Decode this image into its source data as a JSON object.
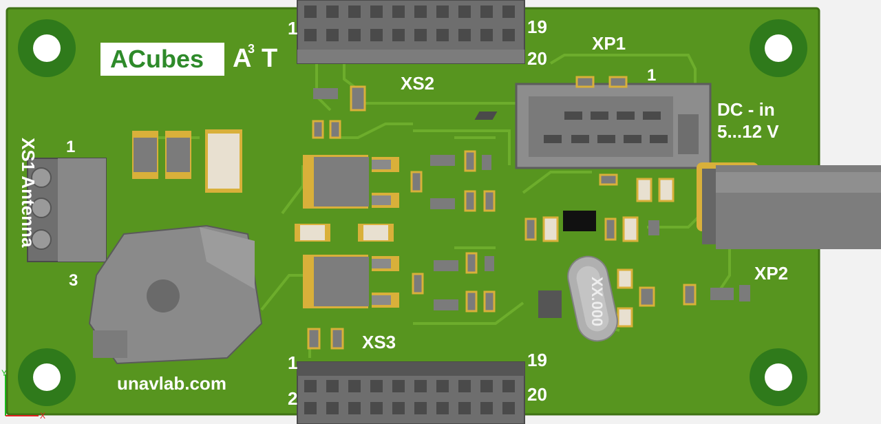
{
  "board": {
    "brand": {
      "name": "ACubes",
      "suffix_letter": "A",
      "suffix_sup": "3",
      "suffix_t": "T"
    },
    "website": "unavlab.com",
    "connectors": {
      "xs2": {
        "label": "XS2",
        "pin_top_left": "1",
        "pin_top_right": "19",
        "pin_bottom_right": "20"
      },
      "xs3": {
        "label": "XS3",
        "pin_top_left": "1",
        "pin_top_right": "19",
        "pin_bottom_left": "2",
        "pin_bottom_right": "20"
      },
      "xp1": {
        "label": "XP1",
        "pin1": "1"
      },
      "xp2": {
        "label": "XP2"
      },
      "dc_in": {
        "line1": "DC - in",
        "line2": "5...12 V"
      },
      "terminal": {
        "label": "XS1 Antenna",
        "pin1": "1",
        "pin3": "3"
      }
    },
    "crystal": {
      "marking": "XX.000"
    },
    "axes": {
      "y": "Y",
      "x": "X"
    },
    "colors": {
      "board": "#57951f",
      "trace": "#6dad2c",
      "pad": "#d9b03a",
      "body": "#8d8d8d",
      "silk": "#ffffff"
    }
  }
}
